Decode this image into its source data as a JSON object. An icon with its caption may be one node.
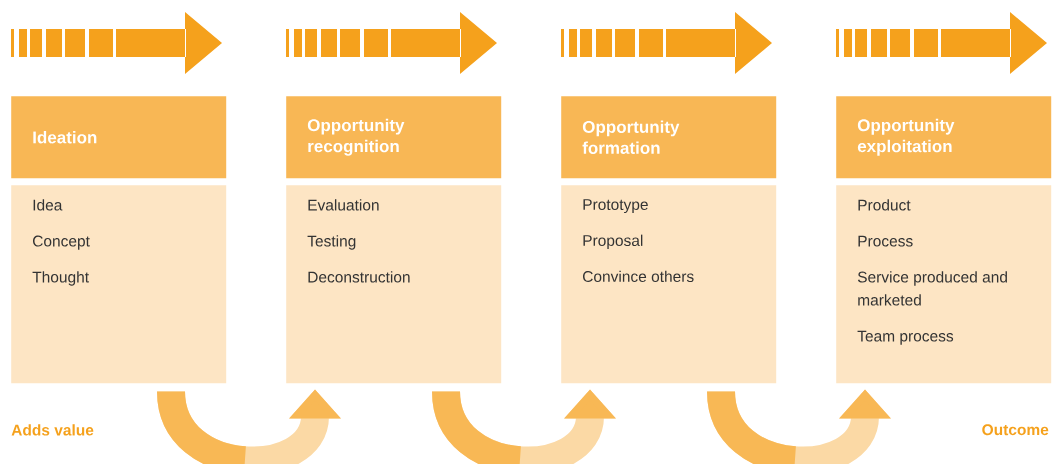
{
  "diagram": {
    "nodes": [
      {
        "text": [
          "Ideation"
        ]
      },
      {
        "text": [
          "Idea",
          "Concept",
          "Thought"
        ]
      },
      {
        "text": [
          "Opportunity recognition"
        ]
      },
      {
        "text": [
          "Evaluation",
          "Testing",
          "Deconstruction"
        ]
      },
      {
        "text": [
          "Opportunity formation"
        ]
      },
      {
        "text": [
          "Prototype",
          "Proposal",
          "Convince others"
        ]
      },
      {
        "text": [
          "Opportunity exploitation"
        ]
      },
      {
        "text": [
          "Product",
          "Process",
          "Service produced and marketed",
          "Team process"
        ]
      }
    ],
    "edges": [
      {
        "from": 1,
        "to": 3,
        "arrow": "to"
      },
      {
        "from": 3,
        "to": 5,
        "arrow": "to"
      },
      {
        "from": 5,
        "to": 7,
        "arrow": "to"
      }
    ],
    "labels": [
      "Adds value",
      "Outcome"
    ]
  }
}
